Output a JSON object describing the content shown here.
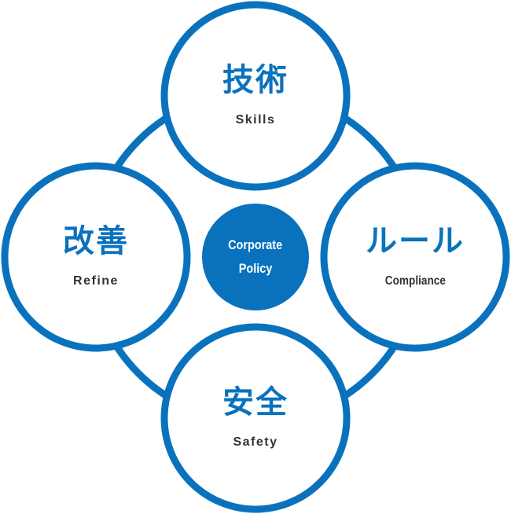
{
  "colors": {
    "primary_blue": "#0a72bd",
    "label_gray": "#333333",
    "background": "#ffffff",
    "center_text": "#ffffff"
  },
  "center": {
    "line1": "Corporate",
    "line2": "Policy"
  },
  "nodes": [
    {
      "position": "top",
      "jp": "技術",
      "en": "Skills"
    },
    {
      "position": "left",
      "jp": "改善",
      "en": "Refine"
    },
    {
      "position": "right",
      "jp": "ルール",
      "en": "Compliance"
    },
    {
      "position": "bottom",
      "jp": "安全",
      "en": "Safety"
    }
  ]
}
